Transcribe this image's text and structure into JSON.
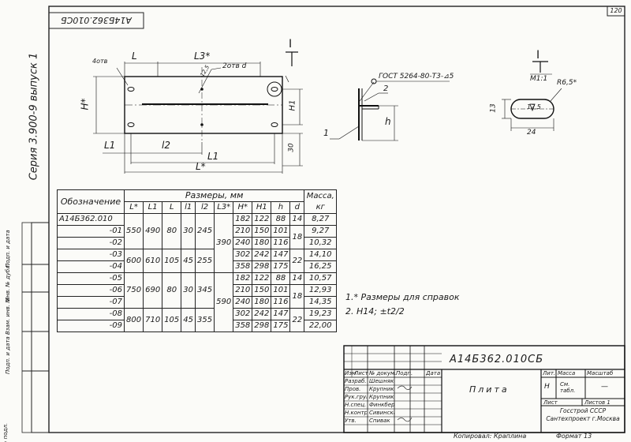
{
  "sheet_no": "120",
  "top_stamp": "А14Б362.010СБ",
  "side_series": "Серия 3.900-9 выпуск 1",
  "left_strip": [
    "Инв.№ подл.",
    "Подп. и дата",
    "Взам. инв. №",
    "Инв. № дубл.",
    "Подп. и дата"
  ],
  "drawing": {
    "holes_label": "4отв",
    "L_label": "L",
    "L3_label": "L3*",
    "weld_label": "2отв d",
    "dim_12_5": "12,5",
    "H_label": "H*",
    "H1_label": "H1",
    "L1_small": "L1",
    "L2_label": "l2",
    "L1_big": "L1",
    "Lstar_label": "L*",
    "dim_30": "30",
    "view_mark": "I",
    "weld_note": "ГОСТ 5264-80-Т3-⊿5",
    "pos1": "1",
    "pos2": "2",
    "h_label": "h",
    "detail_title": "I",
    "detail_scale": "М1:1",
    "detail_r": "R6,5*",
    "detail_13": "13",
    "detail_12_5": "12,5",
    "detail_24": "24"
  },
  "table": {
    "header_designation": "Обозначение",
    "header_sizes": "Размеры, мм",
    "header_mass": "Масса, кг",
    "columns": [
      "L*",
      "L1",
      "L",
      "l1",
      "l2",
      "L3*",
      "H*",
      "H1",
      "h",
      "d"
    ],
    "rows": [
      {
        "des": "А14Б362.010",
        "H": "182",
        "H1": "122",
        "h": "88",
        "d": "14",
        "m": "8,27"
      },
      {
        "des": "-01",
        "H": "210",
        "H1": "150",
        "h": "101",
        "d": "",
        "m": "9,27"
      },
      {
        "des": "-02",
        "H": "240",
        "H1": "180",
        "h": "116",
        "d": "",
        "m": "10,32"
      },
      {
        "des": "-03",
        "H": "302",
        "H1": "242",
        "h": "147",
        "d": "",
        "m": "14,10"
      },
      {
        "des": "-04",
        "H": "358",
        "H1": "298",
        "h": "175",
        "d": "",
        "m": "16,25"
      },
      {
        "des": "-05",
        "H": "182",
        "H1": "122",
        "h": "88",
        "d": "14",
        "m": "10,57"
      },
      {
        "des": "-06",
        "H": "210",
        "H1": "150",
        "h": "101",
        "d": "",
        "m": "12,93"
      },
      {
        "des": "-07",
        "H": "240",
        "H1": "180",
        "h": "116",
        "d": "",
        "m": "14,35"
      },
      {
        "des": "-08",
        "H": "302",
        "H1": "242",
        "h": "147",
        "d": "",
        "m": "19,23"
      },
      {
        "des": "-09",
        "H": "358",
        "H1": "298",
        "h": "175",
        "d": "",
        "m": "22,00"
      }
    ],
    "groups": [
      {
        "Lstar": "550",
        "L1": "490",
        "L": "80",
        "l1": "30",
        "l2": "245"
      },
      {
        "Lstar": "600",
        "L1": "610",
        "L": "105",
        "l1": "45",
        "l2": "255"
      },
      {
        "Lstar": "750",
        "L1": "690",
        "L": "80",
        "l1": "30",
        "l2": "345"
      },
      {
        "Lstar": "800",
        "L1": "710",
        "L": "105",
        "l1": "45",
        "l2": "355"
      }
    ],
    "L3_values": [
      "390",
      "590"
    ],
    "d_values": [
      "18",
      "22",
      "18",
      "22"
    ]
  },
  "notes": [
    "1.* Размеры для справок",
    "2. H14; ±t2/2"
  ],
  "title_block": {
    "code": "А14Б362.010СБ",
    "name": "Плита",
    "lit_header": "Лит.",
    "mass_header": "Масса",
    "scale_header": "Масштаб",
    "lit_value": "Н",
    "mass_value": "См. табл.",
    "scale_value": "—",
    "sheet": "Лист",
    "sheets": "Листов 1",
    "org": "Госстрой СССР Сантехпроект г.Москва",
    "col_heads": [
      "Изм",
      "Лист",
      "№ докум.",
      "Подп.",
      "Дата"
    ],
    "roles": [
      {
        "role": "Разраб.",
        "name": "Шешнякова"
      },
      {
        "role": "Пров.",
        "name": "Крупник"
      },
      {
        "role": "Рук.группы",
        "name": "Крупник"
      },
      {
        "role": "Н.спец.",
        "name": "Финкберг"
      },
      {
        "role": "Н.контр.",
        "name": "Сивинская"
      },
      {
        "role": "Утв.",
        "name": "Спивак"
      }
    ]
  },
  "bottom_copy": "Копировал: Краплина",
  "bottom_format": "Формат 13"
}
